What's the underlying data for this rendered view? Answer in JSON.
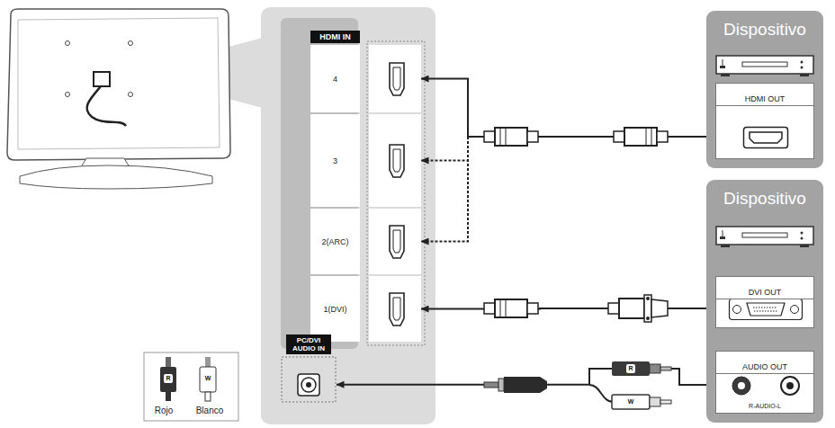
{
  "diagram": {
    "nodes": [
      {
        "text": [
          "HDMI IN"
        ]
      },
      {
        "text": [
          "4"
        ]
      },
      {
        "text": [
          "3"
        ]
      },
      {
        "text": [
          "2(ARC)"
        ]
      },
      {
        "text": [
          "1(DVI)"
        ]
      },
      {
        "text": [
          "PC/DVI AUDIO IN"
        ]
      },
      {
        "text": [
          "Dispositivo"
        ]
      },
      {
        "text": [
          "HDMI OUT"
        ],
        "in": 6
      },
      {
        "text": [
          "Dispositivo"
        ]
      },
      {
        "text": [
          "DVI OUT"
        ],
        "in": 8
      },
      {
        "text": [
          "AUDIO OUT",
          "R-AUDIO-L"
        ],
        "in": 8
      }
    ],
    "edges": [
      {
        "from": 7,
        "to": 1,
        "arrow": "to"
      },
      {
        "from": 7,
        "to": 2,
        "arrow": "to"
      },
      {
        "from": 7,
        "to": 3,
        "arrow": "to"
      },
      {
        "from": 9,
        "to": 4,
        "arrow": "to"
      },
      {
        "from": 10,
        "to": 5,
        "arrow": "to"
      }
    ],
    "labels": [
      "R",
      "W",
      "R",
      "W"
    ],
    "legend": [
      {
        "text": "Rojo"
      },
      {
        "text": "Blanco"
      }
    ]
  }
}
